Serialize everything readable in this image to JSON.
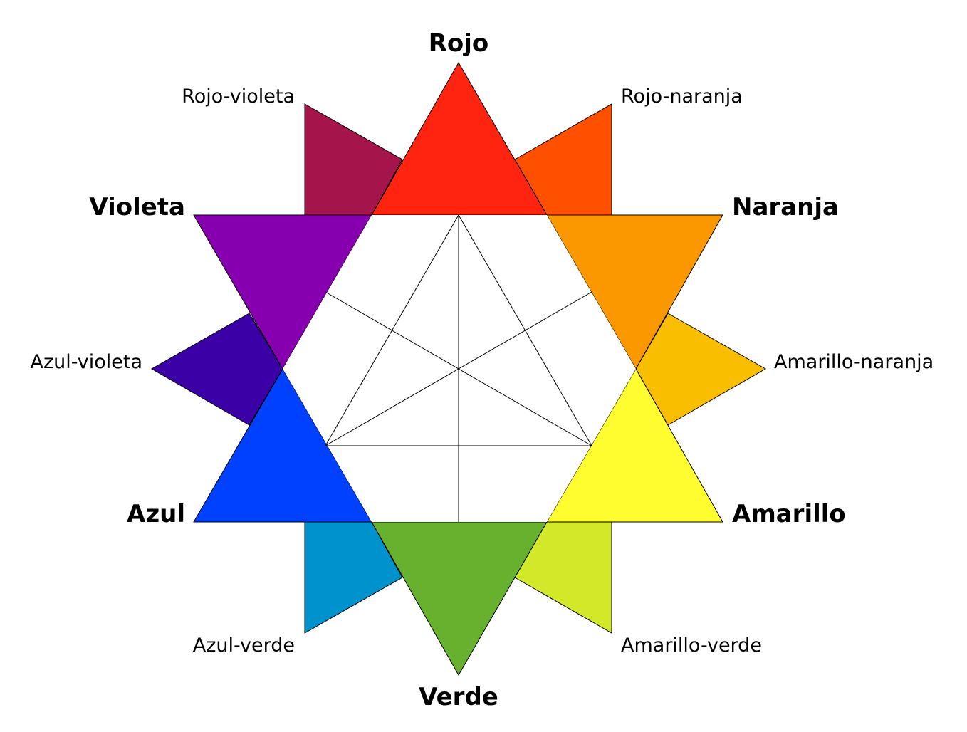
{
  "primary": [
    {
      "key": "rojo",
      "label": "Rojo",
      "color": "#ff2410"
    },
    {
      "key": "naranja",
      "label": "Naranja",
      "color": "#fb9800"
    },
    {
      "key": "amarillo",
      "label": "Amarillo",
      "color": "#fffc2f"
    },
    {
      "key": "verde",
      "label": "Verde",
      "color": "#67b12f"
    },
    {
      "key": "azul",
      "label": "Azul",
      "color": "#0040ff"
    },
    {
      "key": "violeta",
      "label": "Violeta",
      "color": "#8600b0"
    }
  ],
  "tertiary": [
    {
      "key": "rojo-naranja",
      "label": "Rojo-naranja",
      "color": "#ff5000"
    },
    {
      "key": "amarillo-naranja",
      "label": "Amarillo-naranja",
      "color": "#fabe00"
    },
    {
      "key": "amarillo-verde",
      "label": "Amarillo-verde",
      "color": "#d2e92a"
    },
    {
      "key": "azul-verde",
      "label": "Azul-verde",
      "color": "#0092cc"
    },
    {
      "key": "azul-violeta",
      "label": "Azul-violeta",
      "color": "#3b00a6"
    },
    {
      "key": "rojo-violeta",
      "label": "Rojo-violeta",
      "color": "#a5144a"
    }
  ]
}
